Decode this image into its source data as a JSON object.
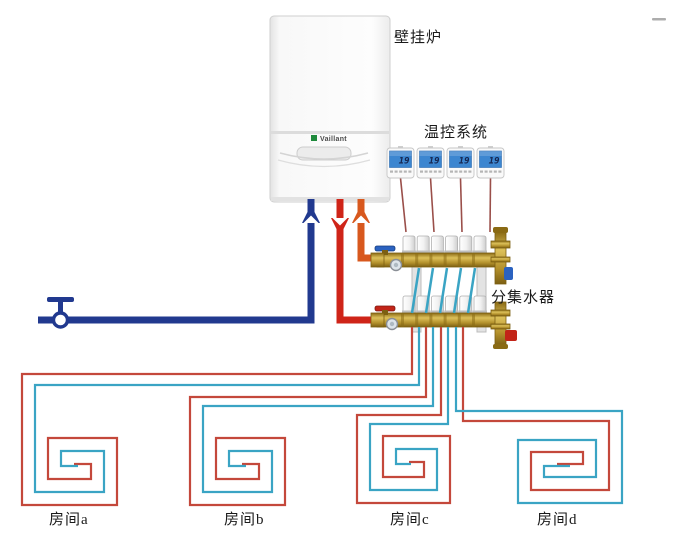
{
  "labels": {
    "boiler": "壁挂炉",
    "thermostat_system": "温控系统",
    "manifold": "分集水器"
  },
  "boiler": {
    "brand": "Vaillant"
  },
  "thermostats": {
    "units": [
      {
        "display": "19"
      },
      {
        "display": "19"
      },
      {
        "display": "19"
      },
      {
        "display": "19"
      }
    ]
  },
  "rooms": [
    {
      "label": "房间a"
    },
    {
      "label": "房间b"
    },
    {
      "label": "房间c"
    },
    {
      "label": "房间d"
    }
  ],
  "colors": {
    "pipe_blue": "#21398f",
    "pipe_red": "#cf2418",
    "pipe_orange": "#d8581e",
    "loop_red": "#c4483b",
    "loop_blue": "#3aa4c4",
    "thermostat_wire": "#9a4f4a",
    "brass": "#b4912c",
    "brass_dark": "#7c5f12",
    "valve_blue": "#2b62c0",
    "valve_red": "#c22418",
    "screen_blue": "#3c86d0",
    "label_text": "#1a1a1a"
  }
}
